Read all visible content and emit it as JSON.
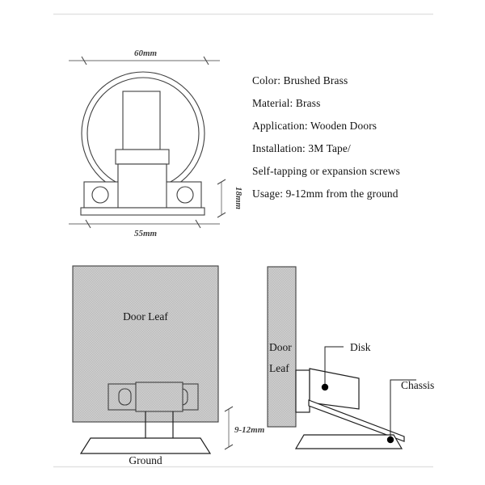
{
  "page": {
    "title": "Door Stopper Technical Specification Drawing",
    "background_color": "#ffffff",
    "line_color": "#3f3f3f",
    "fill_gray": "#c8c8c8",
    "divider_color": "#e2e2e2"
  },
  "spec_list": {
    "lines": [
      "Color: Brushed Brass",
      "Material: Brass",
      "Application: Wooden Doors",
      "Installation: 3M Tape/",
      "Self-tapping or expansion screws",
      "Usage: 9-12mm from the ground"
    ]
  },
  "front_view": {
    "name": "front-elevation-view",
    "dimensions": {
      "width_top": "60mm",
      "width_bottom": "55mm",
      "height_base": "18mm"
    }
  },
  "door_front_view": {
    "name": "door-front-view",
    "labels": {
      "door_leaf": "Door Leaf",
      "ground": "Ground",
      "clearance": "9-12mm"
    }
  },
  "door_side_view": {
    "name": "door-side-view",
    "labels": {
      "door_line1": "Door",
      "door_line2": "Leaf",
      "disk": "Disk",
      "chassis": "Chassis"
    }
  }
}
